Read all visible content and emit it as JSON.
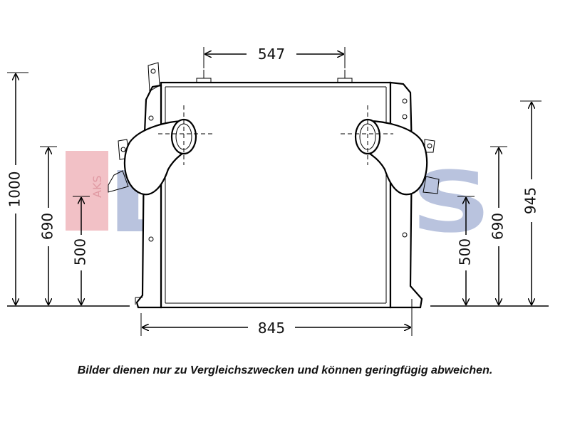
{
  "watermark": {
    "text": "DASIS",
    "side_text": "AKS",
    "colors": {
      "blue": "#b9c3de",
      "red": "#f2c1c6"
    }
  },
  "dimensions": {
    "top_width": "547",
    "bottom_width": "845",
    "left_total_height": "1000",
    "left_inlet_height": "690",
    "left_mount_height": "500",
    "right_mount_height": "500",
    "right_outlet_height": "690",
    "right_total_height": "945"
  },
  "disclaimer": "Bilder dienen nur zu Vergleichszwecken und können geringfügig abweichen."
}
